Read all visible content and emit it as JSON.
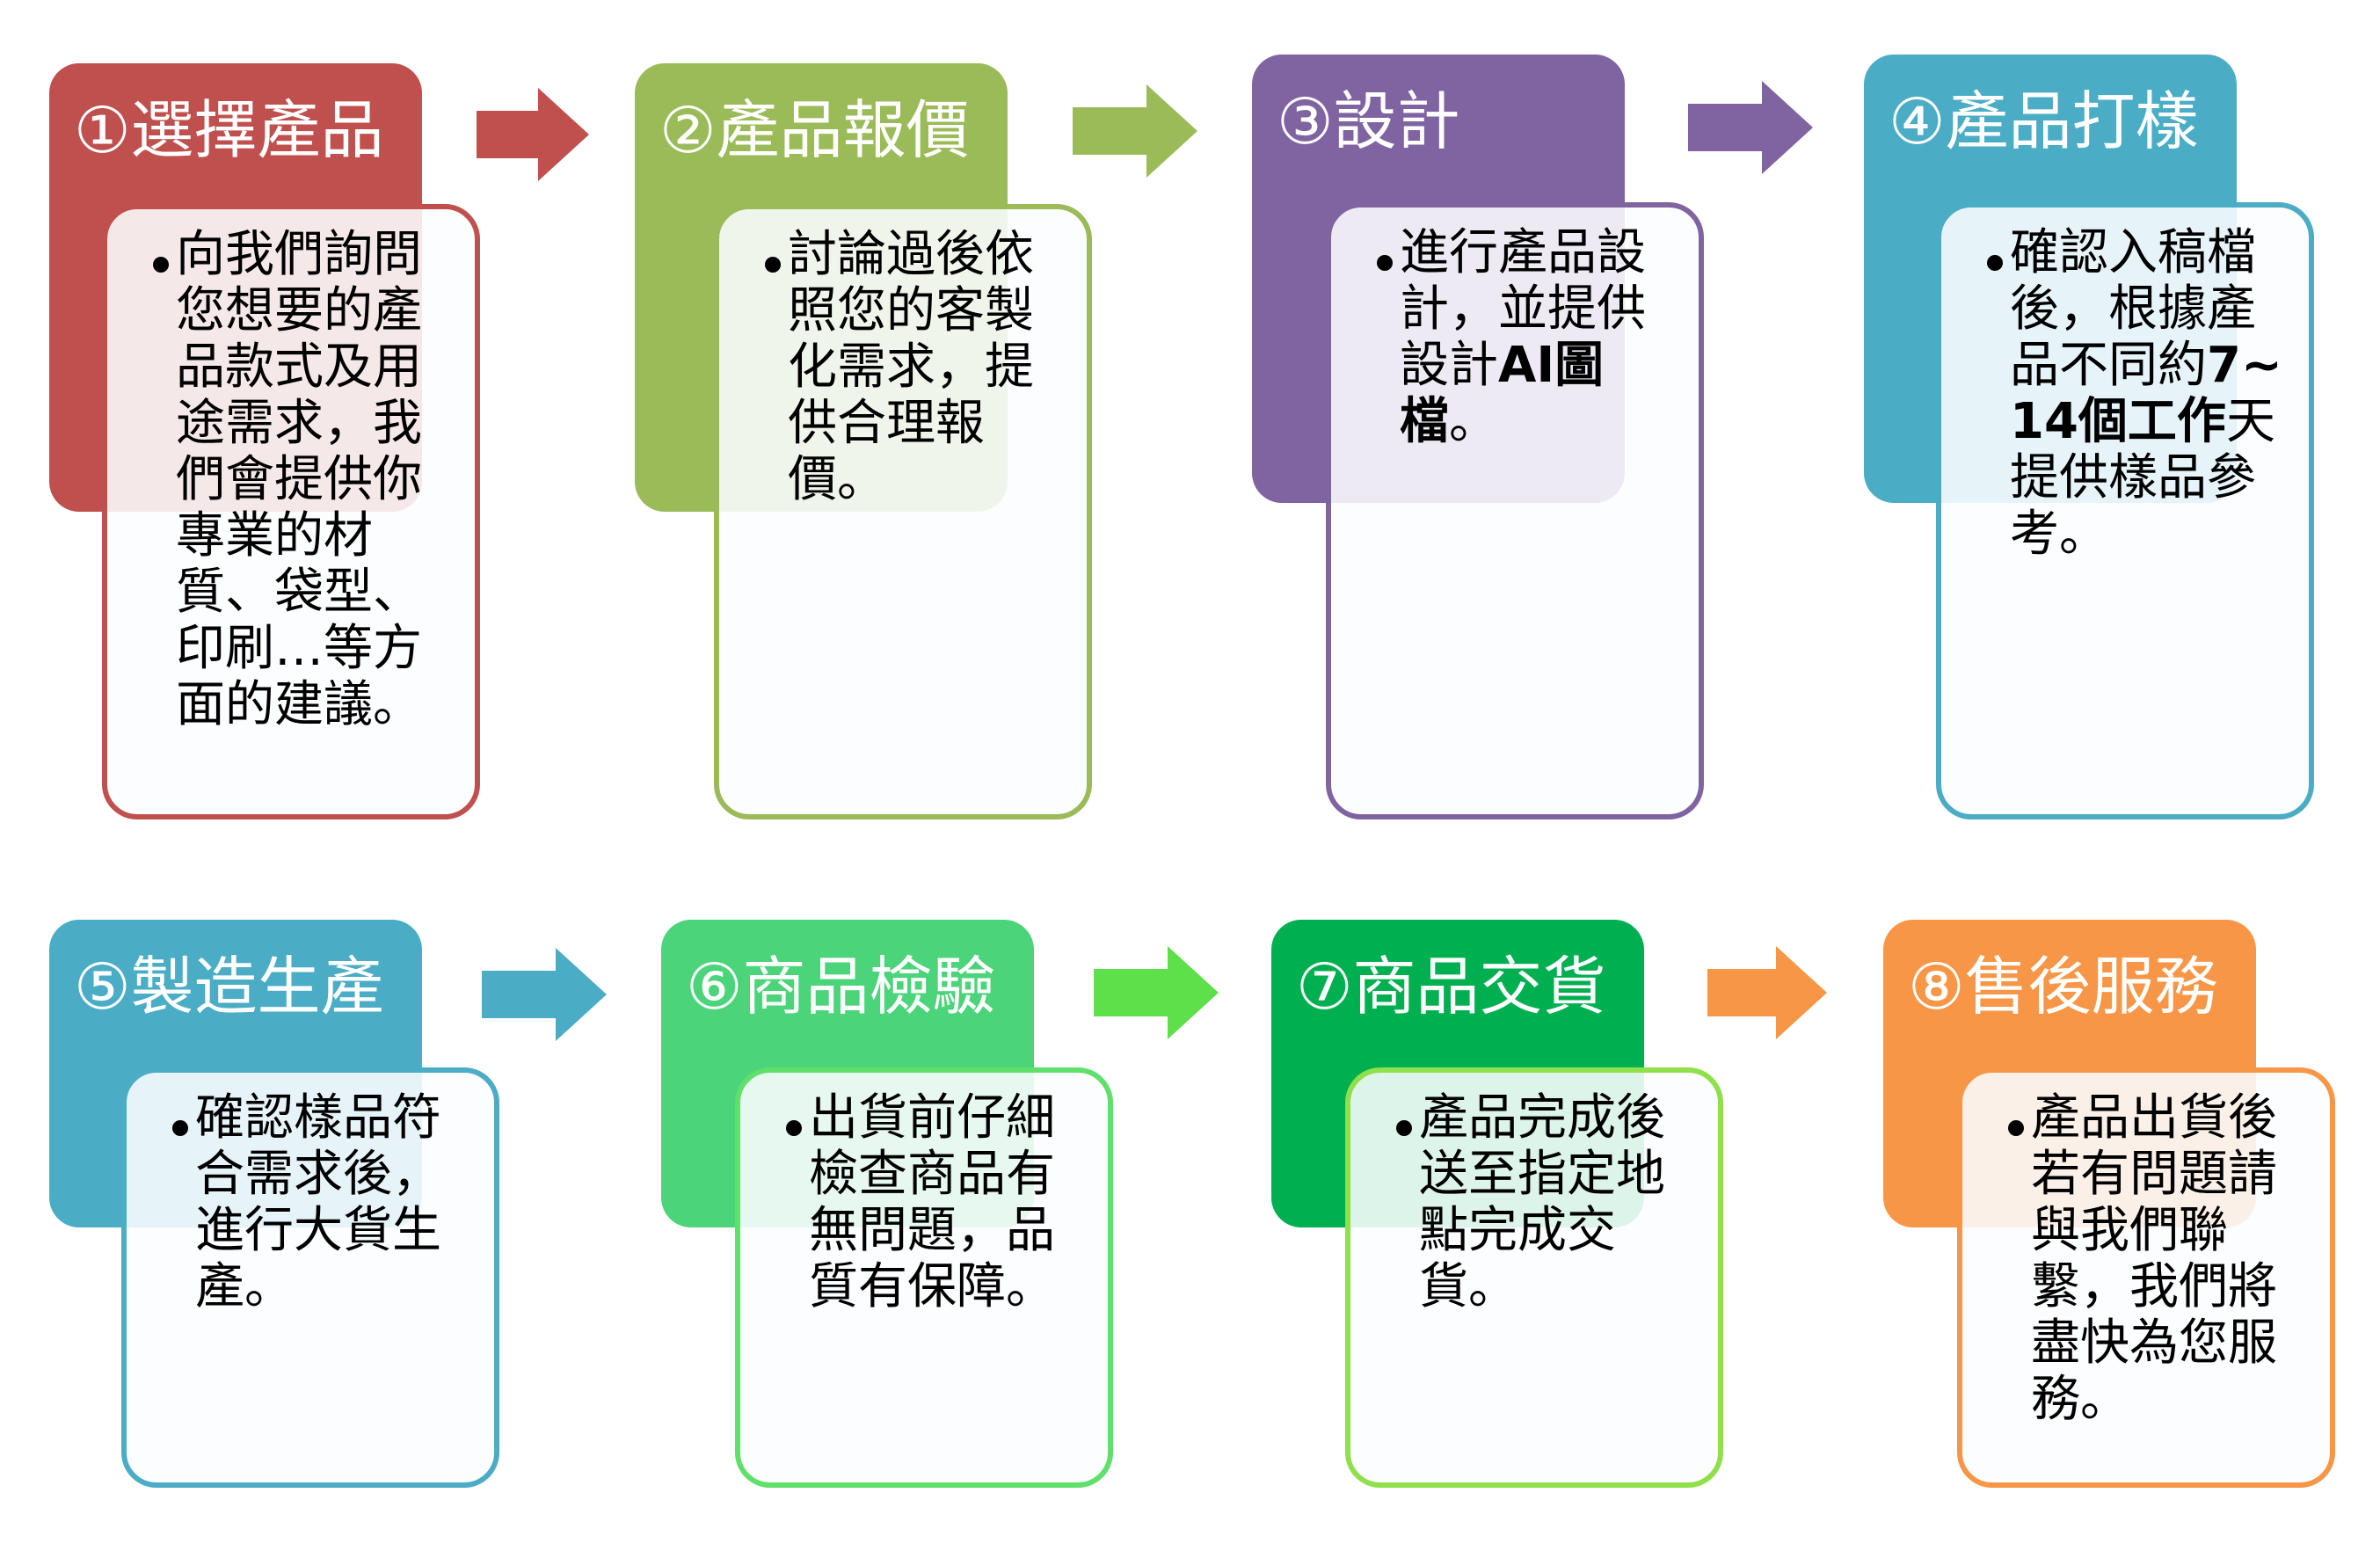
{
  "steps": [
    {
      "title": "①選擇產品",
      "text": "向我們詢問您想要的產品款式及用途需求，我們會提供你專業的材質、袋型、印刷…等方面的建議。",
      "color": "#c0504d"
    },
    {
      "title": "②產品報價",
      "text": "討論過後依照您的客製化需求，提供合理報價。",
      "color": "#9bbb59"
    },
    {
      "title": "③設計",
      "text": "進行產品設計，並提供設計AI圖檔。",
      "color": "#8064a2"
    },
    {
      "title": "④產品打樣",
      "text": "確認入稿檔後，根據產品不同約7~14個工作天提供樣品參考。",
      "color": "#4bacc6"
    },
    {
      "title": "⑤製造生產",
      "text": "確認樣品符合需求後，進行大貨生產。",
      "color": "#4bacc6"
    },
    {
      "title": "⑥商品檢驗",
      "text": "出貨前仔細檢查商品有無問題，品質有保障。",
      "color": "#4cd47a"
    },
    {
      "title": "⑦商品交貨",
      "text": "產品完成後送至指定地點完成交貨。",
      "color": "#00b050"
    },
    {
      "title": "⑧售後服務",
      "text": "產品出貨後若有問題請與我們聯繫，我們將盡快為您服務。",
      "color": "#f79646"
    }
  ],
  "step3_text_parts": [
    "進行產品設計，並提供設計",
    "AI圖檔",
    "。"
  ],
  "step4_text_parts": [
    "確認入稿檔後，根據產品不同約",
    "7~14個工作",
    "天提供樣品參考。"
  ],
  "arrows": [
    {
      "color": "#c0504d"
    },
    {
      "color": "#9bbb59"
    },
    {
      "color": "#8064a2"
    },
    {
      "color": "#4bacc6"
    },
    {
      "color": "#5ee04a"
    },
    {
      "color": "#f79646"
    }
  ],
  "card_borders": [
    "#c0504d",
    "#9bbb59",
    "#8064a2",
    "#4bacc6",
    "#4bacc6",
    "#5ee06a",
    "#8fe04a",
    "#f79646"
  ]
}
